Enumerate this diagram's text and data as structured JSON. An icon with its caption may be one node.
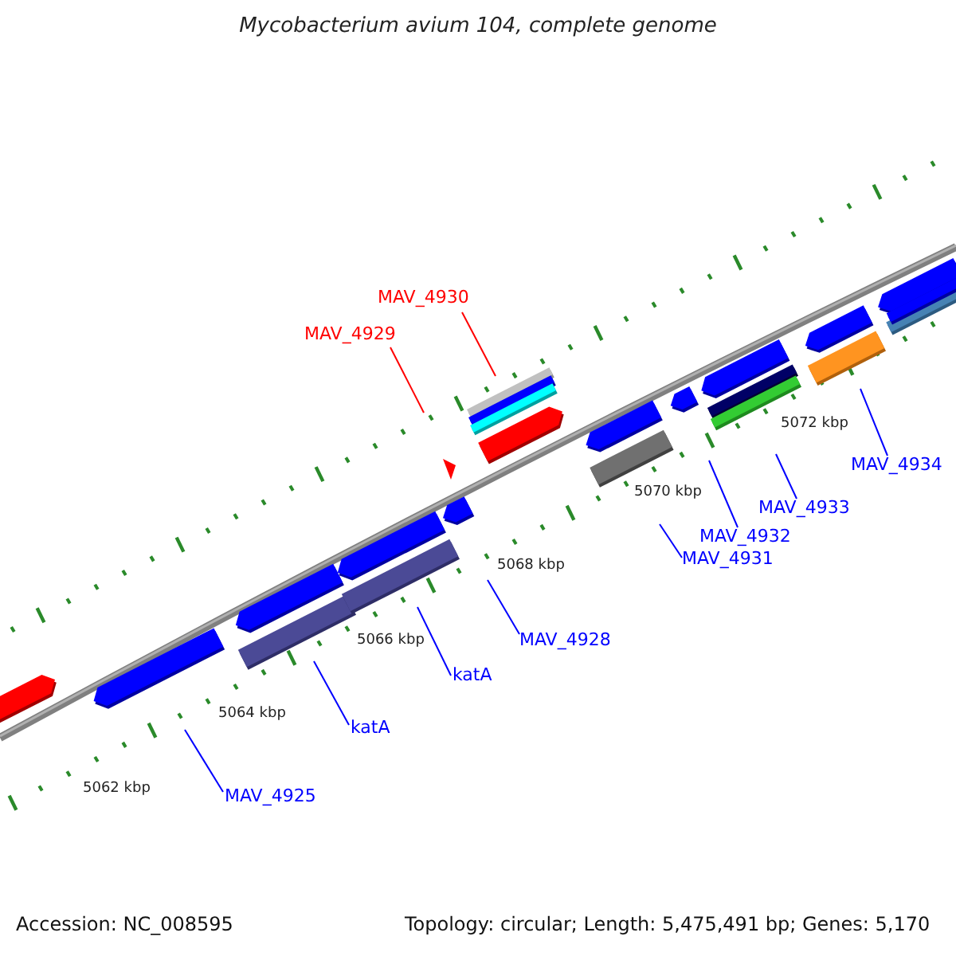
{
  "diagram": {
    "title": "Mycobacterium avium 104, complete genome",
    "nodes": [
      {
        "text": [
          "MAV_4930"
        ]
      },
      {
        "text": [
          "MAV_4929"
        ]
      },
      {
        "text": [
          "MAV_4934"
        ]
      },
      {
        "text": [
          "MAV_4933"
        ]
      },
      {
        "text": [
          "MAV_4932"
        ]
      },
      {
        "text": [
          "MAV_4931"
        ]
      },
      {
        "text": [
          "MAV_4928"
        ]
      },
      {
        "text": [
          "katA"
        ]
      },
      {
        "text": [
          "katA"
        ]
      },
      {
        "text": [
          "MAV_4925"
        ]
      }
    ],
    "edges": [
      {
        "from": 0,
        "to": null,
        "arrow": "none",
        "color": "#ff0000"
      },
      {
        "from": 1,
        "to": null,
        "arrow": "none",
        "color": "#ff0000"
      },
      {
        "from": 2,
        "to": null,
        "arrow": "none"
      },
      {
        "from": 3,
        "to": null,
        "arrow": "none"
      },
      {
        "from": 4,
        "to": null,
        "arrow": "none"
      },
      {
        "from": 5,
        "to": null,
        "arrow": "none"
      },
      {
        "from": 6,
        "to": null,
        "arrow": "none"
      },
      {
        "from": 7,
        "to": null,
        "arrow": "none"
      },
      {
        "from": 8,
        "to": null,
        "arrow": "none"
      },
      {
        "from": 9,
        "to": null,
        "arrow": "none"
      }
    ],
    "labels": [
      "5072 kbp",
      "5070 kbp",
      "5068 kbp",
      "5066 kbp",
      "5064 kbp",
      "5062 kbp",
      "Accession: NC_008595",
      "Topology: circular; Length: 5,475,491 bp; Genes: 5,170"
    ]
  }
}
